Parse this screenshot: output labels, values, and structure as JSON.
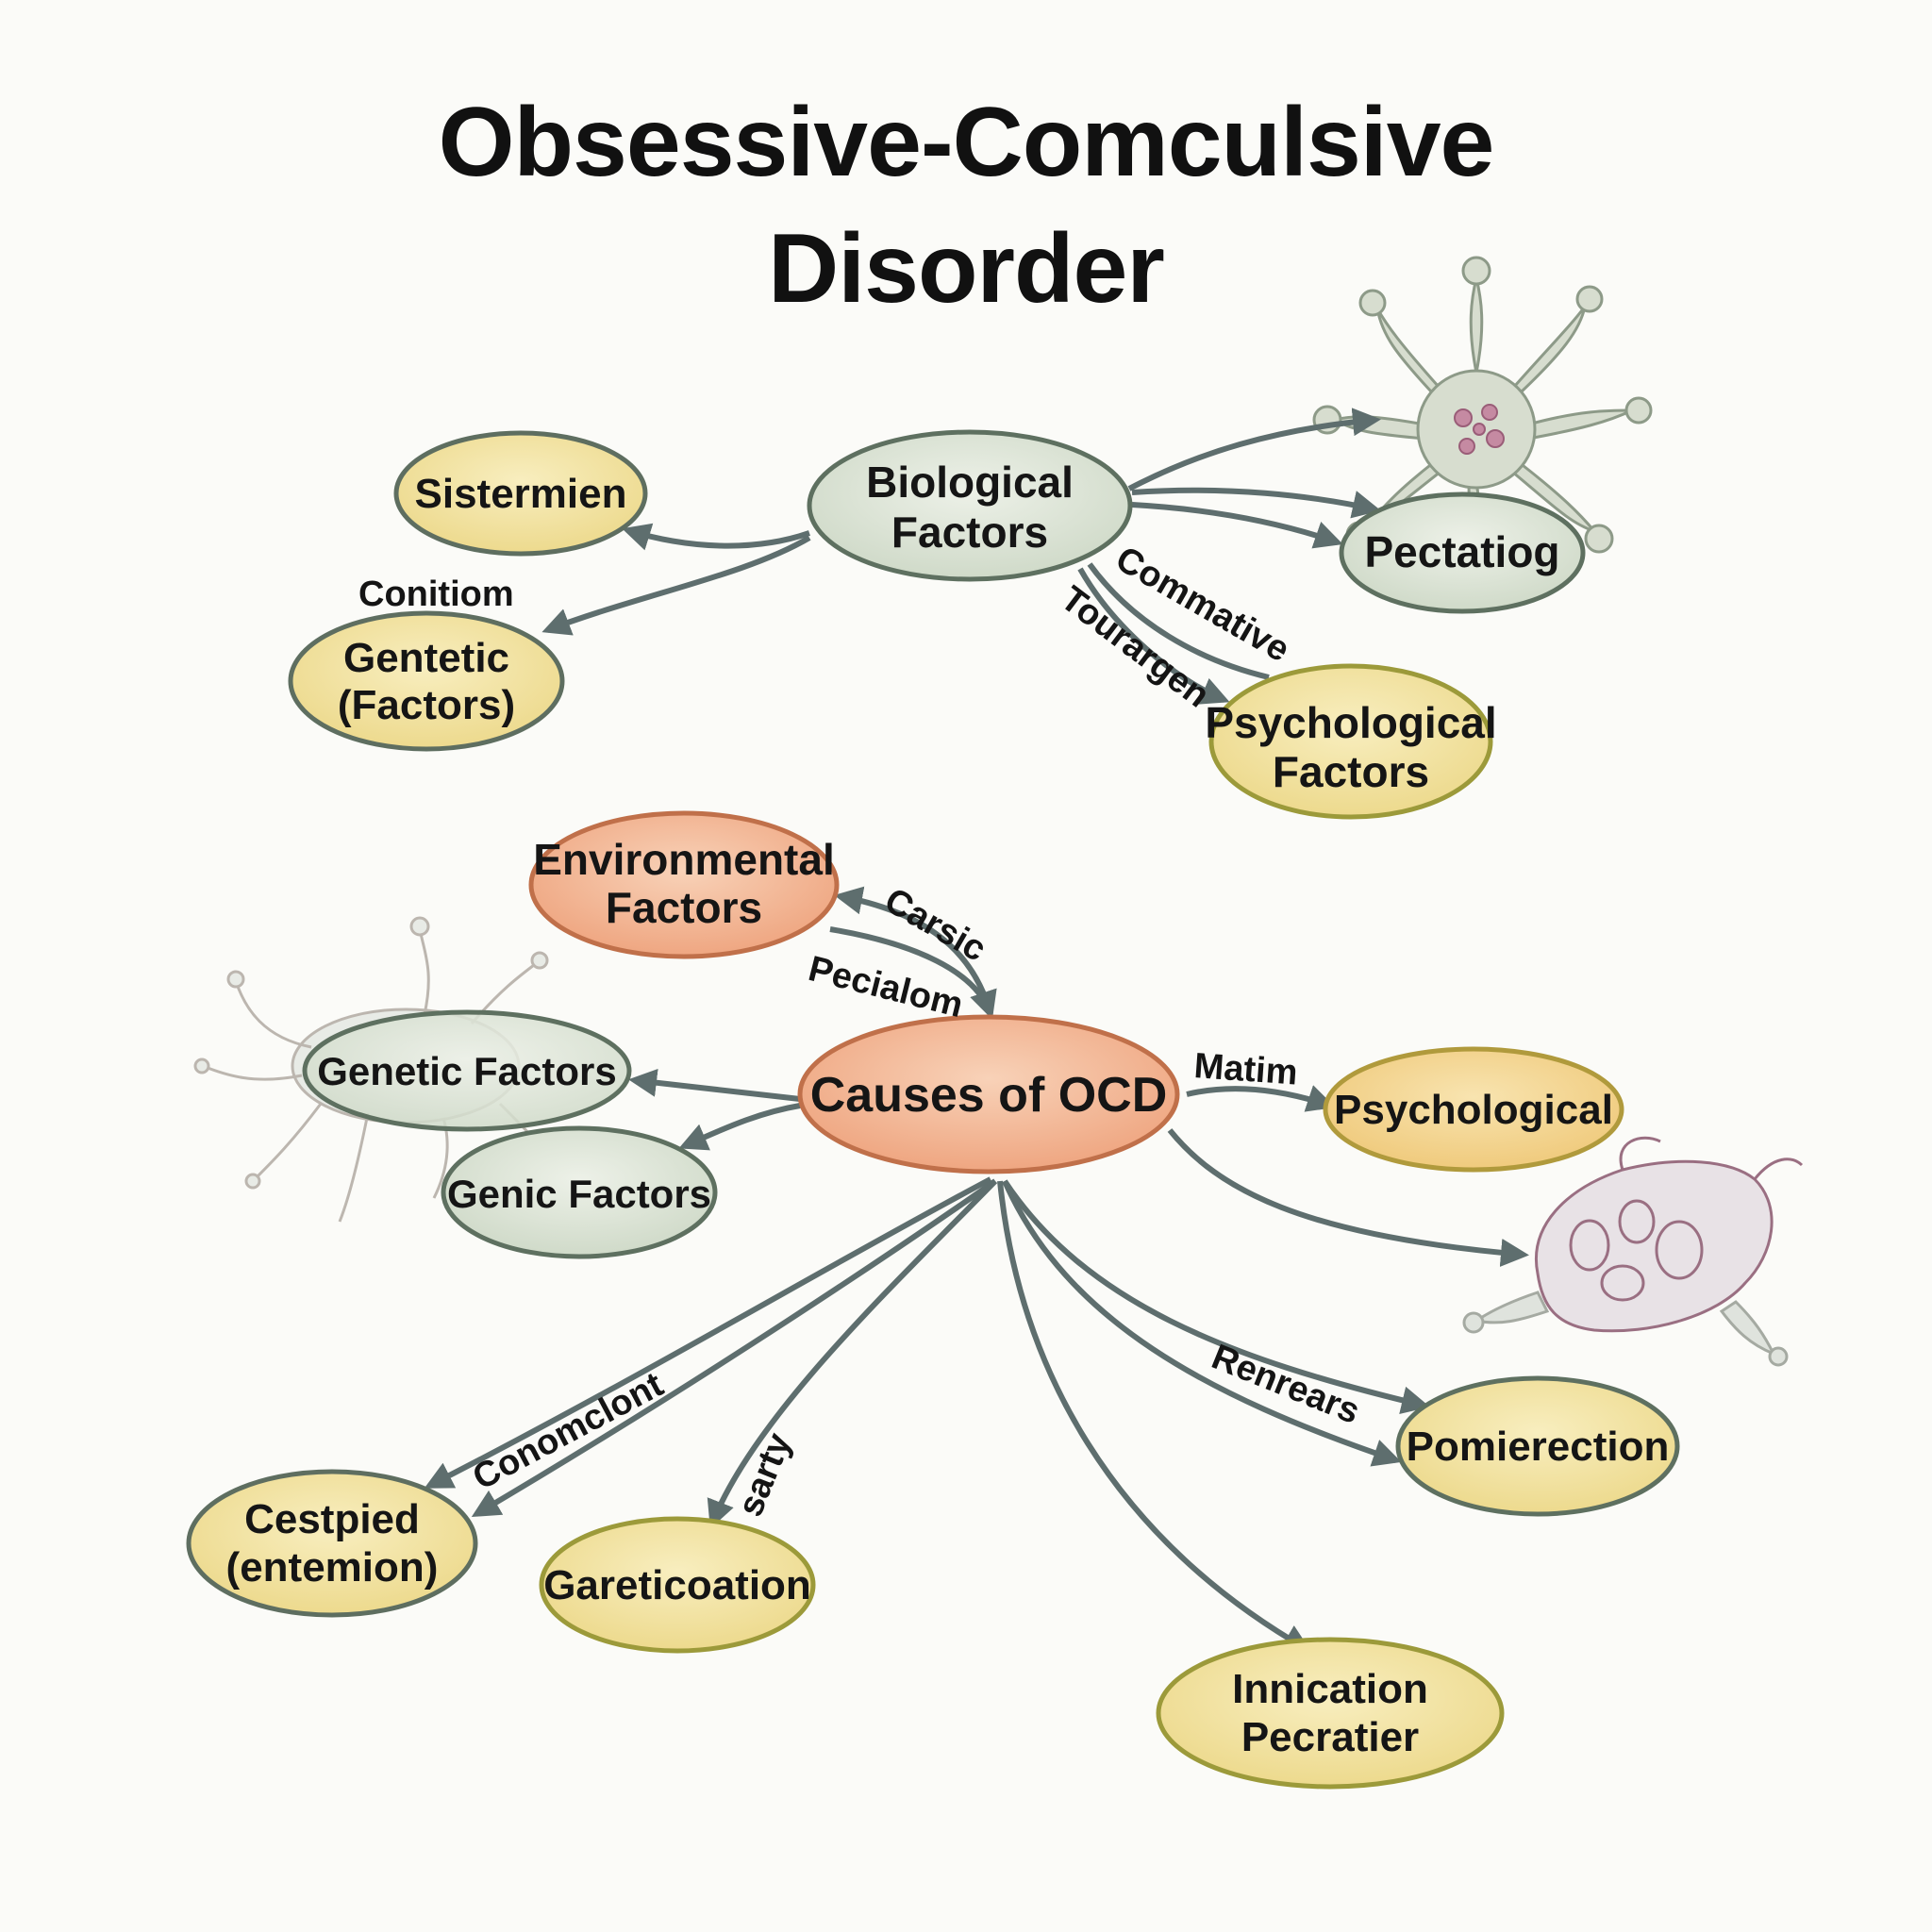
{
  "title": {
    "line1": "Obsessive-Comculsive",
    "line2": "Disorder"
  },
  "colors": {
    "edge": "#5e6e6e",
    "node_yellow_fill": "#f3e4a2",
    "node_yellow_stroke": "#9c9a3a",
    "node_sage_fill": "#dfe6d8",
    "node_sage_stroke": "#5e7060",
    "node_peach_fill": "#f2b896",
    "node_peach_stroke": "#c0704a",
    "node_orange_yellow_fill": "#f3d592",
    "node_orange_yellow_stroke": "#b09a3c"
  },
  "nodes": {
    "sistermien": {
      "lines": [
        "Sistermien"
      ]
    },
    "biological_factors": {
      "lines": [
        "Biological",
        "Factors"
      ]
    },
    "pectatiog": {
      "lines": [
        "Pectatiog"
      ]
    },
    "gentetic_factors": {
      "lines": [
        "Gentetic",
        "(Factors)"
      ]
    },
    "psychological_factors": {
      "lines": [
        "Psychological",
        "Factors"
      ]
    },
    "environmental_factors": {
      "lines": [
        "Environmental",
        "Factors"
      ]
    },
    "causes_of_ocd": {
      "lines": [
        "Causes of OCD"
      ]
    },
    "genetic_factors": {
      "lines": [
        "Genetic Factors"
      ]
    },
    "genic_factors": {
      "lines": [
        "Genic Factors"
      ]
    },
    "psychological": {
      "lines": [
        "Psychological"
      ]
    },
    "cestpied": {
      "lines": [
        "Cestpied",
        "(entemion)"
      ]
    },
    "gareticoation": {
      "lines": [
        "Gareticoation"
      ]
    },
    "pomierection": {
      "lines": [
        "Pomierection"
      ]
    },
    "innication": {
      "lines": [
        "Innication",
        "Pecratier"
      ]
    }
  },
  "edge_labels": {
    "conitiom": "Conitiom",
    "commative": "Commative",
    "tourargen": "Tourargen",
    "carsic": "Carsic",
    "pecialom": "Pecialom",
    "matim": "Matim",
    "conomclont": "Conomclont",
    "sarty": "sarty",
    "renrears": "Renrears"
  },
  "icons": [
    "neuron-cell-icon",
    "glial-cell-icon",
    "cell-organelle-icon"
  ]
}
